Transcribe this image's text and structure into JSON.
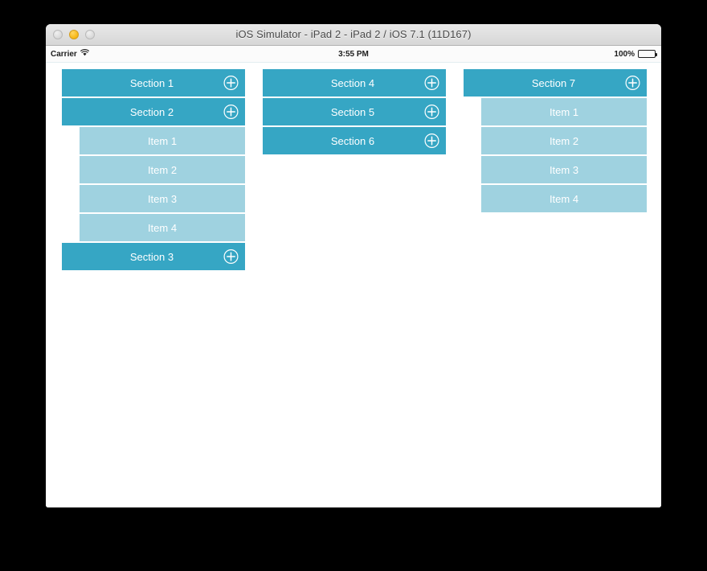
{
  "window": {
    "title": "iOS Simulator - iPad 2 - iPad 2 / iOS 7.1 (11D167)",
    "traffic_lights": [
      {
        "name": "close-button",
        "state": "inactive"
      },
      {
        "name": "minimize-button",
        "state": "amber"
      },
      {
        "name": "zoom-button",
        "state": "inactive"
      }
    ]
  },
  "status_bar": {
    "carrier": "Carrier",
    "wifi_icon": "wifi-icon",
    "time": "3:55 PM",
    "battery_percent": "100%",
    "battery_icon": "battery-full-icon"
  },
  "colors": {
    "section_background": "#36a6c4",
    "item_background": "#9fd2e0",
    "row_text": "#ffffff",
    "app_background": "#ffffff",
    "titlebar_text": "#4a4a4a",
    "desktop_background": "#000000"
  },
  "add_icon": "plus-circle-icon",
  "columns": [
    {
      "name": "column-1",
      "rows": [
        {
          "type": "section",
          "label": "Section 1",
          "has_add": true
        },
        {
          "type": "section",
          "label": "Section 2",
          "has_add": true
        },
        {
          "type": "item",
          "label": "Item 1",
          "has_add": false
        },
        {
          "type": "item",
          "label": "Item 2",
          "has_add": false
        },
        {
          "type": "item",
          "label": "Item 3",
          "has_add": false
        },
        {
          "type": "item",
          "label": "Item 4",
          "has_add": false
        },
        {
          "type": "section",
          "label": "Section 3",
          "has_add": true
        }
      ]
    },
    {
      "name": "column-2",
      "rows": [
        {
          "type": "section",
          "label": "Section 4",
          "has_add": true
        },
        {
          "type": "section",
          "label": "Section 5",
          "has_add": true
        },
        {
          "type": "section",
          "label": "Section 6",
          "has_add": true
        }
      ]
    },
    {
      "name": "column-3",
      "rows": [
        {
          "type": "section",
          "label": "Section 7",
          "has_add": true
        },
        {
          "type": "item",
          "label": "Item 1",
          "has_add": false
        },
        {
          "type": "item",
          "label": "Item 2",
          "has_add": false
        },
        {
          "type": "item",
          "label": "Item 3",
          "has_add": false
        },
        {
          "type": "item",
          "label": "Item 4",
          "has_add": false
        }
      ]
    }
  ]
}
